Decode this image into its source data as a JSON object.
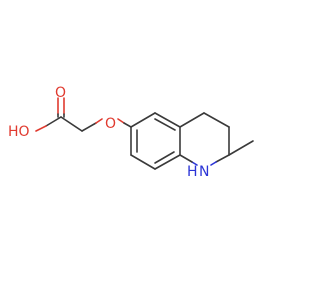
{
  "molecule": {
    "atoms": {
      "carbonyl_oxygen": "O",
      "hydroxyl": "HO",
      "ether_oxygen": "O",
      "amine": "N",
      "amine_hydrogen": "H"
    },
    "colors": {
      "bond": "#3a3a3a",
      "oxygen": "#e03a2f",
      "nitrogen": "#2b34d6",
      "background": "#ffffff"
    }
  }
}
